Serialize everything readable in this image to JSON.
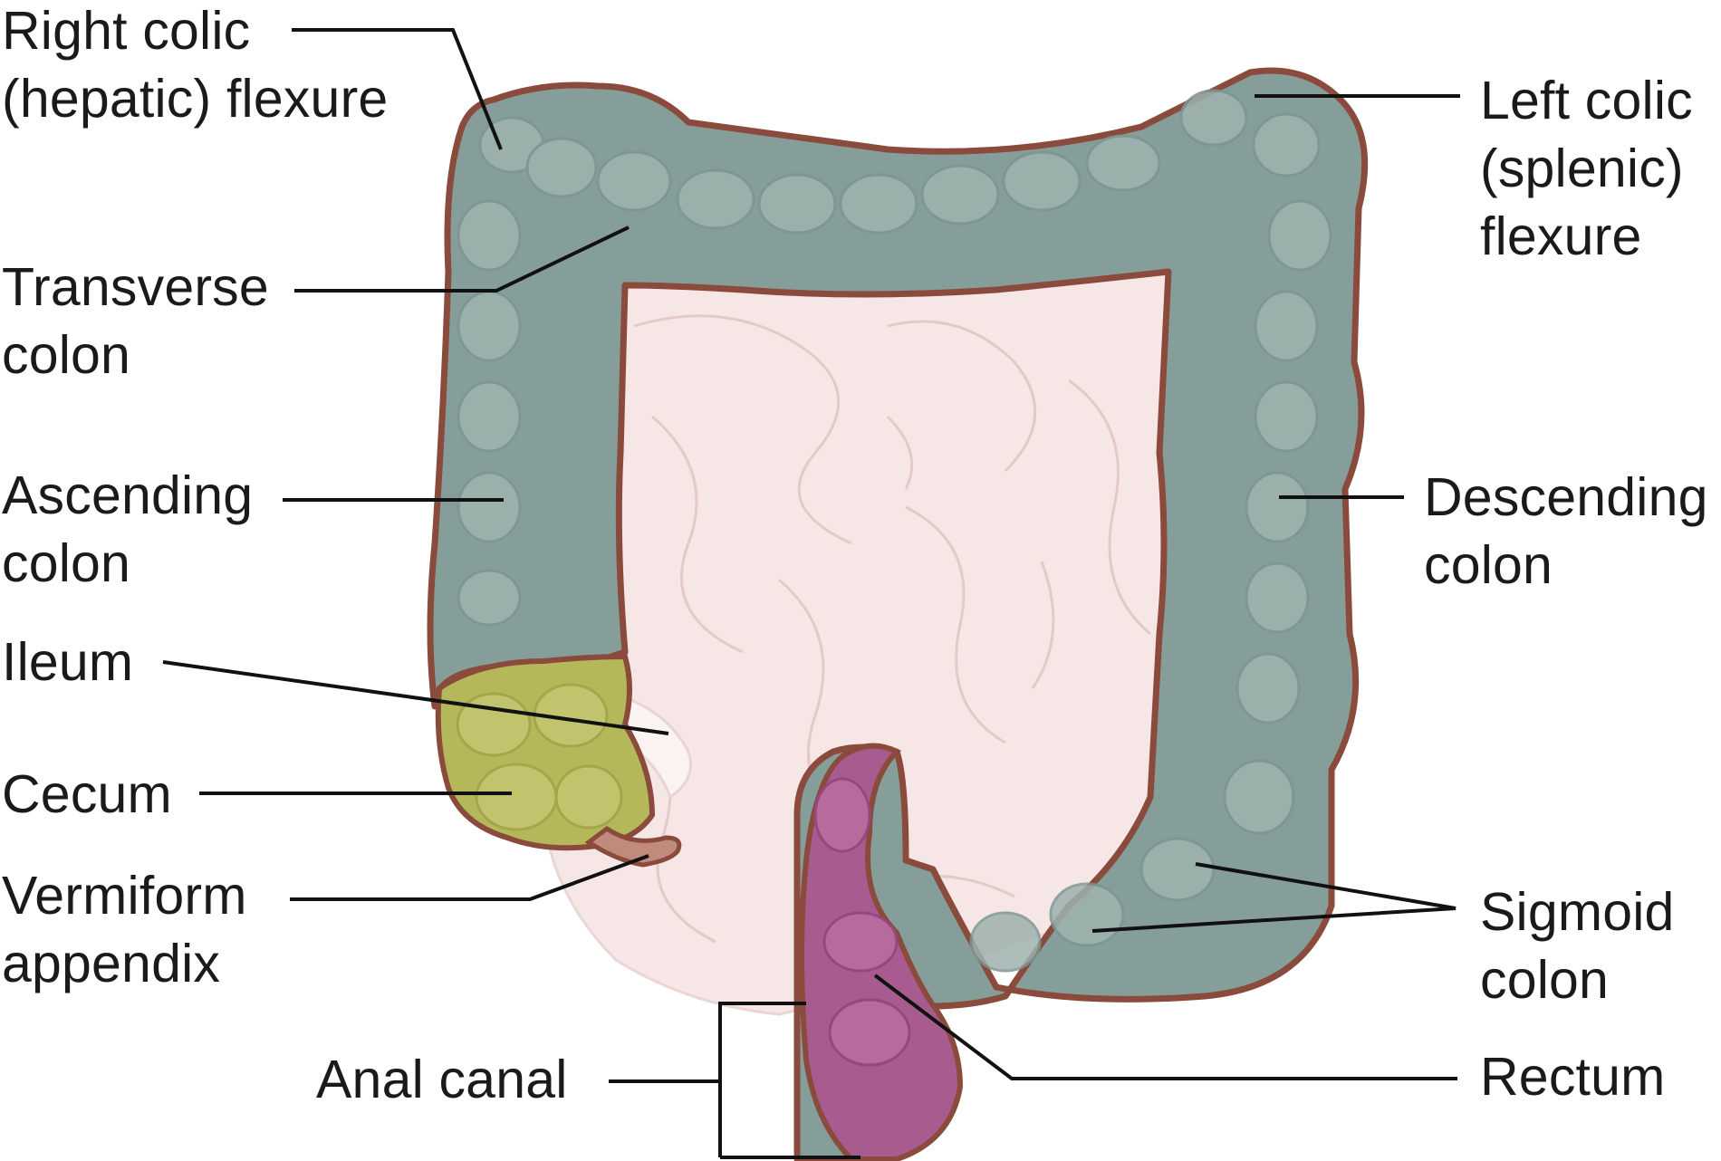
{
  "labels": {
    "right_colic_flexure": [
      "Right colic",
      "(hepatic) flexure"
    ],
    "transverse_colon": [
      "Transverse",
      "colon"
    ],
    "ascending_colon": [
      "Ascending",
      "colon"
    ],
    "ileum": [
      "Ileum"
    ],
    "cecum": [
      "Cecum"
    ],
    "vermiform_appendix": [
      "Vermiform",
      "appendix"
    ],
    "anal_canal": [
      "Anal canal"
    ],
    "left_colic_flexure": [
      "Left colic",
      "(splenic)",
      "flexure"
    ],
    "descending_colon": [
      "Descending",
      "colon"
    ],
    "sigmoid_colon": [
      "Sigmoid",
      "colon"
    ],
    "rectum": [
      "Rectum"
    ]
  },
  "colors": {
    "colon": "#869e9a",
    "colon_outline": "#8a4a3c",
    "haustra": "#9fb2ae",
    "cecum": "#b4b85a",
    "rectum": "#a85b8e",
    "small_intestine": "#f6e7e6",
    "small_intestine_line": "#e6cfcd",
    "appendix": "#c08a7c",
    "leader_line": "#111111"
  }
}
